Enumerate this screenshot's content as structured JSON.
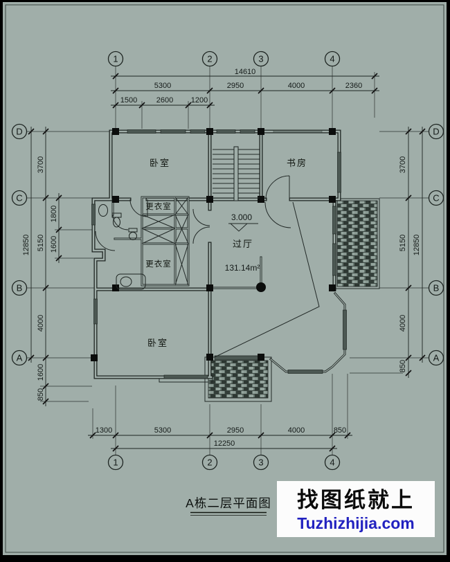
{
  "title": {
    "text": "A栋二层平面图"
  },
  "watermark": {
    "line1": "找图纸就上",
    "line2": "Tuzhizhijia.com",
    "line2_color": "#2222c0"
  },
  "axes": {
    "top": [
      "1",
      "2",
      "3",
      "4"
    ],
    "bottom": [
      "1",
      "2",
      "3",
      "4"
    ],
    "left": [
      "D",
      "C",
      "B",
      "A"
    ],
    "right": [
      "D",
      "C",
      "B",
      "A"
    ]
  },
  "dims": {
    "top": {
      "overall": "14610",
      "segs": [
        "5300",
        "2950",
        "4000",
        "2360"
      ],
      "subs": [
        "1500",
        "2600",
        "1200"
      ]
    },
    "bottom": {
      "overall": "12250",
      "segs": [
        "1300",
        "5300",
        "2950",
        "4000",
        "850"
      ]
    },
    "left": {
      "overall": "12850",
      "segs": [
        "3700",
        "5150",
        "4000"
      ],
      "below": [
        "1600",
        "850"
      ],
      "inner": [
        "1800",
        "1600"
      ]
    },
    "right": {
      "overall": "12850",
      "segs": [
        "3700",
        "5150",
        "4000"
      ],
      "below": [
        "850"
      ]
    }
  },
  "rooms": {
    "bedroom_top": "卧室",
    "study": "书房",
    "closet_top": "更衣室",
    "closet_bottom": "更衣室",
    "hall": "过厅",
    "hall_area": "131.14m²",
    "level": "3.000",
    "bedroom_bottom": "卧室"
  },
  "colors": {
    "paper": "#a0aea9",
    "line": "#1d2421",
    "column": "#0b0d0c"
  }
}
